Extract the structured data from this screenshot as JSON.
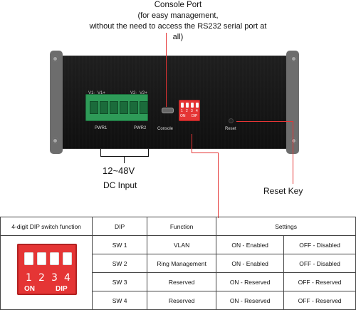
{
  "header": {
    "line1": "Console Port",
    "line2": "(for easy management,",
    "line3": "without the need to access the RS232 serial port at all)"
  },
  "device": {
    "terminal_labels": [
      "V1-",
      "V1+",
      "V2-",
      "V2+"
    ],
    "pwr1": "PWR1",
    "pwr2": "PWR2",
    "console_label": "Console",
    "reset_label": "Reset",
    "small_dip_numbers": [
      "1",
      "2",
      "3",
      "4"
    ],
    "small_dip_on": "ON",
    "small_dip_dip": "DIP"
  },
  "callouts": {
    "voltage": "12~48V",
    "dc_input": "DC Input",
    "reset_key": "Reset Key"
  },
  "table": {
    "headers": [
      "4-digit DIP switch function",
      "DIP",
      "Function",
      "Settings"
    ],
    "rows": [
      {
        "dip": "SW 1",
        "function": "VLAN",
        "on": "ON - Enabled",
        "off": "OFF - Disabled"
      },
      {
        "dip": "SW 2",
        "function": "Ring Management",
        "on": "ON - Enabled",
        "off": "OFF - Disabled"
      },
      {
        "dip": "SW 3",
        "function": "Reserved",
        "on": "ON - Reserved",
        "off": "OFF - Reserved"
      },
      {
        "dip": "SW 4",
        "function": "Reserved",
        "on": "ON - Reserved",
        "off": "OFF - Reserved"
      }
    ],
    "dip_image": {
      "numbers": [
        "1",
        "2",
        "3",
        "4"
      ],
      "on_text": "ON",
      "dip_text": "DIP"
    }
  },
  "colors": {
    "accent_red": "#e53535",
    "terminal_green": "#2e9b58",
    "device_black": "#151515"
  }
}
